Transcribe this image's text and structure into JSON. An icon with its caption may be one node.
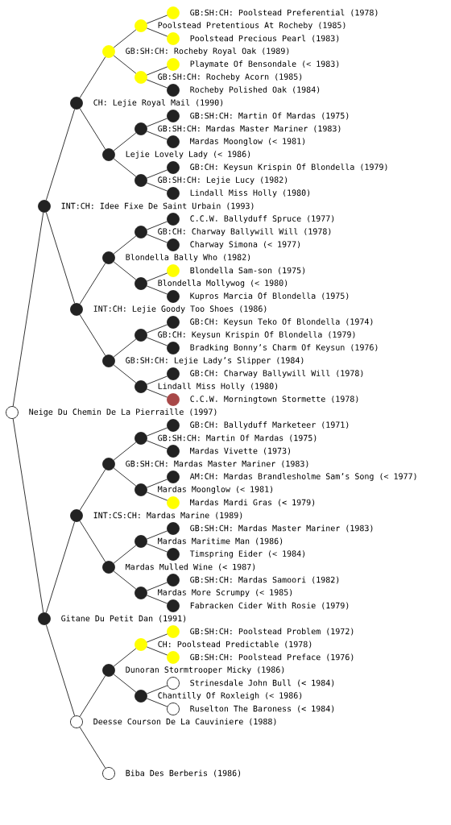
{
  "diagram": {
    "nodes": [
      {
        "text": [
          "GB:SH:CH: Poolstead Preferential (1978)"
        ]
      },
      {
        "text": [
          "Poolstead Pretentious At Rocheby (1985)"
        ]
      },
      {
        "text": [
          "Poolstead Precious Pearl (1983)"
        ]
      },
      {
        "text": [
          "GB:SH:CH: Rocheby Royal Oak (1989)"
        ]
      },
      {
        "text": [
          "Playmate Of Bensondale (< 1983)"
        ]
      },
      {
        "text": [
          "GB:SH:CH: Rocheby Acorn (1985)"
        ]
      },
      {
        "text": [
          "Rocheby Polished Oak (1984)"
        ]
      },
      {
        "text": [
          "CH: Lejie Royal Mail (1990)"
        ]
      },
      {
        "text": [
          "GB:SH:CH: Martin Of Mardas (1975)"
        ]
      },
      {
        "text": [
          "GB:SH:CH: Mardas Master Mariner (1983)"
        ]
      },
      {
        "text": [
          "Mardas Moonglow (< 1981)"
        ]
      },
      {
        "text": [
          "Lejie Lovely Lady (< 1986)"
        ]
      },
      {
        "text": [
          "GB:CH: Keysun Krispin Of Blondella (1979)"
        ]
      },
      {
        "text": [
          "GB:SH:CH:  Lejie Lucy (1982)"
        ]
      },
      {
        "text": [
          "Lindall Miss Holly (1980)"
        ]
      },
      {
        "text": [
          "INT:CH: Idee Fixe De Saint Urbain (1993)"
        ]
      },
      {
        "text": [
          "C.C.W. Ballyduff Spruce (1977)"
        ]
      },
      {
        "text": [
          "GB:CH: Charway Ballywill Will (1978)"
        ]
      },
      {
        "text": [
          "Charway Simona (< 1977)"
        ]
      },
      {
        "text": [
          "Blondella Bally Who (1982)"
        ]
      },
      {
        "text": [
          "Blondella Sam-son (1975)"
        ]
      },
      {
        "text": [
          "Blondella Mollywog (< 1980)"
        ]
      },
      {
        "text": [
          "Kupros Marcia Of Blondella (1975)"
        ]
      },
      {
        "text": [
          "INT:CH: Lejie Goody Too Shoes (1986)"
        ]
      },
      {
        "text": [
          "GB:CH: Keysun Teko Of Blondella (1974)"
        ]
      },
      {
        "text": [
          "GB:CH: Keysun Krispin Of Blondella (1979)"
        ]
      },
      {
        "text": [
          "Bradking Bonny’s Charm Of Keysun (1976)"
        ]
      },
      {
        "text": [
          "GB:SH:CH: Lejie Lady’s Slipper (1984)"
        ]
      },
      {
        "text": [
          "GB:CH: Charway Ballywill Will (1978)"
        ]
      },
      {
        "text": [
          "Lindall Miss Holly (1980)"
        ]
      },
      {
        "text": [
          "C.C.W. Morningtown Stormette (1978)"
        ]
      },
      {
        "text": [
          "Neige Du Chemin De La Pierraille (1997)"
        ]
      },
      {
        "text": [
          "GB:CH: Ballyduff Marketeer (1971)"
        ]
      },
      {
        "text": [
          "GB:SH:CH: Martin Of Mardas (1975)"
        ]
      },
      {
        "text": [
          "Mardas Vivette (1973)"
        ]
      },
      {
        "text": [
          "GB:SH:CH: Mardas Master Mariner (1983)"
        ]
      },
      {
        "text": [
          "AM:CH: Mardas Brandlesholme Sam’s Song (< 1977)"
        ]
      },
      {
        "text": [
          "Mardas Moonglow (< 1981)"
        ]
      },
      {
        "text": [
          "Mardas Mardi Gras (< 1979)"
        ]
      },
      {
        "text": [
          "INT:CS:CH:  Mardas Marine (1989)"
        ]
      },
      {
        "text": [
          "GB:SH:CH: Mardas Master Mariner (1983)"
        ]
      },
      {
        "text": [
          "Mardas Maritime Man (1986)"
        ]
      },
      {
        "text": [
          "Timspring Eider (< 1984)"
        ]
      },
      {
        "text": [
          "Mardas Mulled Wine (< 1987)"
        ]
      },
      {
        "text": [
          "GB:SH:CH: Mardas Samoori (1982)"
        ]
      },
      {
        "text": [
          "Mardas More Scrumpy (< 1985)"
        ]
      },
      {
        "text": [
          "Fabracken Cider With Rosie (1979)"
        ]
      },
      {
        "text": [
          "Gitane Du Petit Dan (1991)"
        ]
      },
      {
        "text": [
          "GB:SH:CH: Poolstead Problem (1972)"
        ]
      },
      {
        "text": [
          "CH: Poolstead Predictable (1978)"
        ]
      },
      {
        "text": [
          "GB:SH:CH: Poolstead Preface (1976)"
        ]
      },
      {
        "text": [
          "Dunoran Stormtrooper Micky (1986)"
        ]
      },
      {
        "text": [
          "Strinesdale John Bull (< 1984)"
        ]
      },
      {
        "text": [
          "Chantilly Of Roxleigh (< 1986)"
        ]
      },
      {
        "text": [
          "Ruselton The Baroness (< 1984)"
        ]
      },
      {
        "text": [
          "Deesse Courson De La Cauviniere (1988)"
        ]
      },
      {
        "text": [
          "Biba Des Berberis (1986)"
        ]
      }
    ],
    "edges": [
      {
        "from": 31,
        "to": 15,
        "arrow": "none"
      },
      {
        "from": 31,
        "to": 47,
        "arrow": "none"
      },
      {
        "from": 15,
        "to": 7,
        "arrow": "none"
      },
      {
        "from": 15,
        "to": 23,
        "arrow": "none"
      },
      {
        "from": 47,
        "to": 39,
        "arrow": "none"
      },
      {
        "from": 47,
        "to": 55,
        "arrow": "none"
      },
      {
        "from": 7,
        "to": 3,
        "arrow": "none"
      },
      {
        "from": 7,
        "to": 11,
        "arrow": "none"
      },
      {
        "from": 23,
        "to": 19,
        "arrow": "none"
      },
      {
        "from": 23,
        "to": 27,
        "arrow": "none"
      },
      {
        "from": 39,
        "to": 35,
        "arrow": "none"
      },
      {
        "from": 39,
        "to": 43,
        "arrow": "none"
      },
      {
        "from": 55,
        "to": 51,
        "arrow": "none"
      },
      {
        "from": 55,
        "to": 56,
        "arrow": "none"
      },
      {
        "from": 3,
        "to": 1,
        "arrow": "none"
      },
      {
        "from": 3,
        "to": 5,
        "arrow": "none"
      },
      {
        "from": 11,
        "to": 9,
        "arrow": "none"
      },
      {
        "from": 11,
        "to": 13,
        "arrow": "none"
      },
      {
        "from": 19,
        "to": 17,
        "arrow": "none"
      },
      {
        "from": 19,
        "to": 21,
        "arrow": "none"
      },
      {
        "from": 27,
        "to": 25,
        "arrow": "none"
      },
      {
        "from": 27,
        "to": 29,
        "arrow": "none"
      },
      {
        "from": 35,
        "to": 33,
        "arrow": "none"
      },
      {
        "from": 35,
        "to": 37,
        "arrow": "none"
      },
      {
        "from": 43,
        "to": 41,
        "arrow": "none"
      },
      {
        "from": 43,
        "to": 45,
        "arrow": "none"
      },
      {
        "from": 51,
        "to": 49,
        "arrow": "none"
      },
      {
        "from": 51,
        "to": 53,
        "arrow": "none"
      },
      {
        "from": 1,
        "to": 0,
        "arrow": "none"
      },
      {
        "from": 1,
        "to": 2,
        "arrow": "none"
      },
      {
        "from": 5,
        "to": 4,
        "arrow": "none"
      },
      {
        "from": 5,
        "to": 6,
        "arrow": "none"
      },
      {
        "from": 9,
        "to": 8,
        "arrow": "none"
      },
      {
        "from": 9,
        "to": 10,
        "arrow": "none"
      },
      {
        "from": 13,
        "to": 12,
        "arrow": "none"
      },
      {
        "from": 13,
        "to": 14,
        "arrow": "none"
      },
      {
        "from": 17,
        "to": 16,
        "arrow": "none"
      },
      {
        "from": 17,
        "to": 18,
        "arrow": "none"
      },
      {
        "from": 21,
        "to": 20,
        "arrow": "none"
      },
      {
        "from": 21,
        "to": 22,
        "arrow": "none"
      },
      {
        "from": 25,
        "to": 24,
        "arrow": "none"
      },
      {
        "from": 25,
        "to": 26,
        "arrow": "none"
      },
      {
        "from": 29,
        "to": 28,
        "arrow": "none"
      },
      {
        "from": 29,
        "to": 30,
        "arrow": "none"
      },
      {
        "from": 33,
        "to": 32,
        "arrow": "none"
      },
      {
        "from": 33,
        "to": 34,
        "arrow": "none"
      },
      {
        "from": 37,
        "to": 36,
        "arrow": "none"
      },
      {
        "from": 37,
        "to": 38,
        "arrow": "none"
      },
      {
        "from": 41,
        "to": 40,
        "arrow": "none"
      },
      {
        "from": 41,
        "to": 42,
        "arrow": "none"
      },
      {
        "from": 45,
        "to": 44,
        "arrow": "none"
      },
      {
        "from": 45,
        "to": 46,
        "arrow": "none"
      },
      {
        "from": 49,
        "to": 48,
        "arrow": "none"
      },
      {
        "from": 49,
        "to": 50,
        "arrow": "none"
      },
      {
        "from": 53,
        "to": 52,
        "arrow": "none"
      },
      {
        "from": 53,
        "to": 54,
        "arrow": "none"
      }
    ]
  }
}
